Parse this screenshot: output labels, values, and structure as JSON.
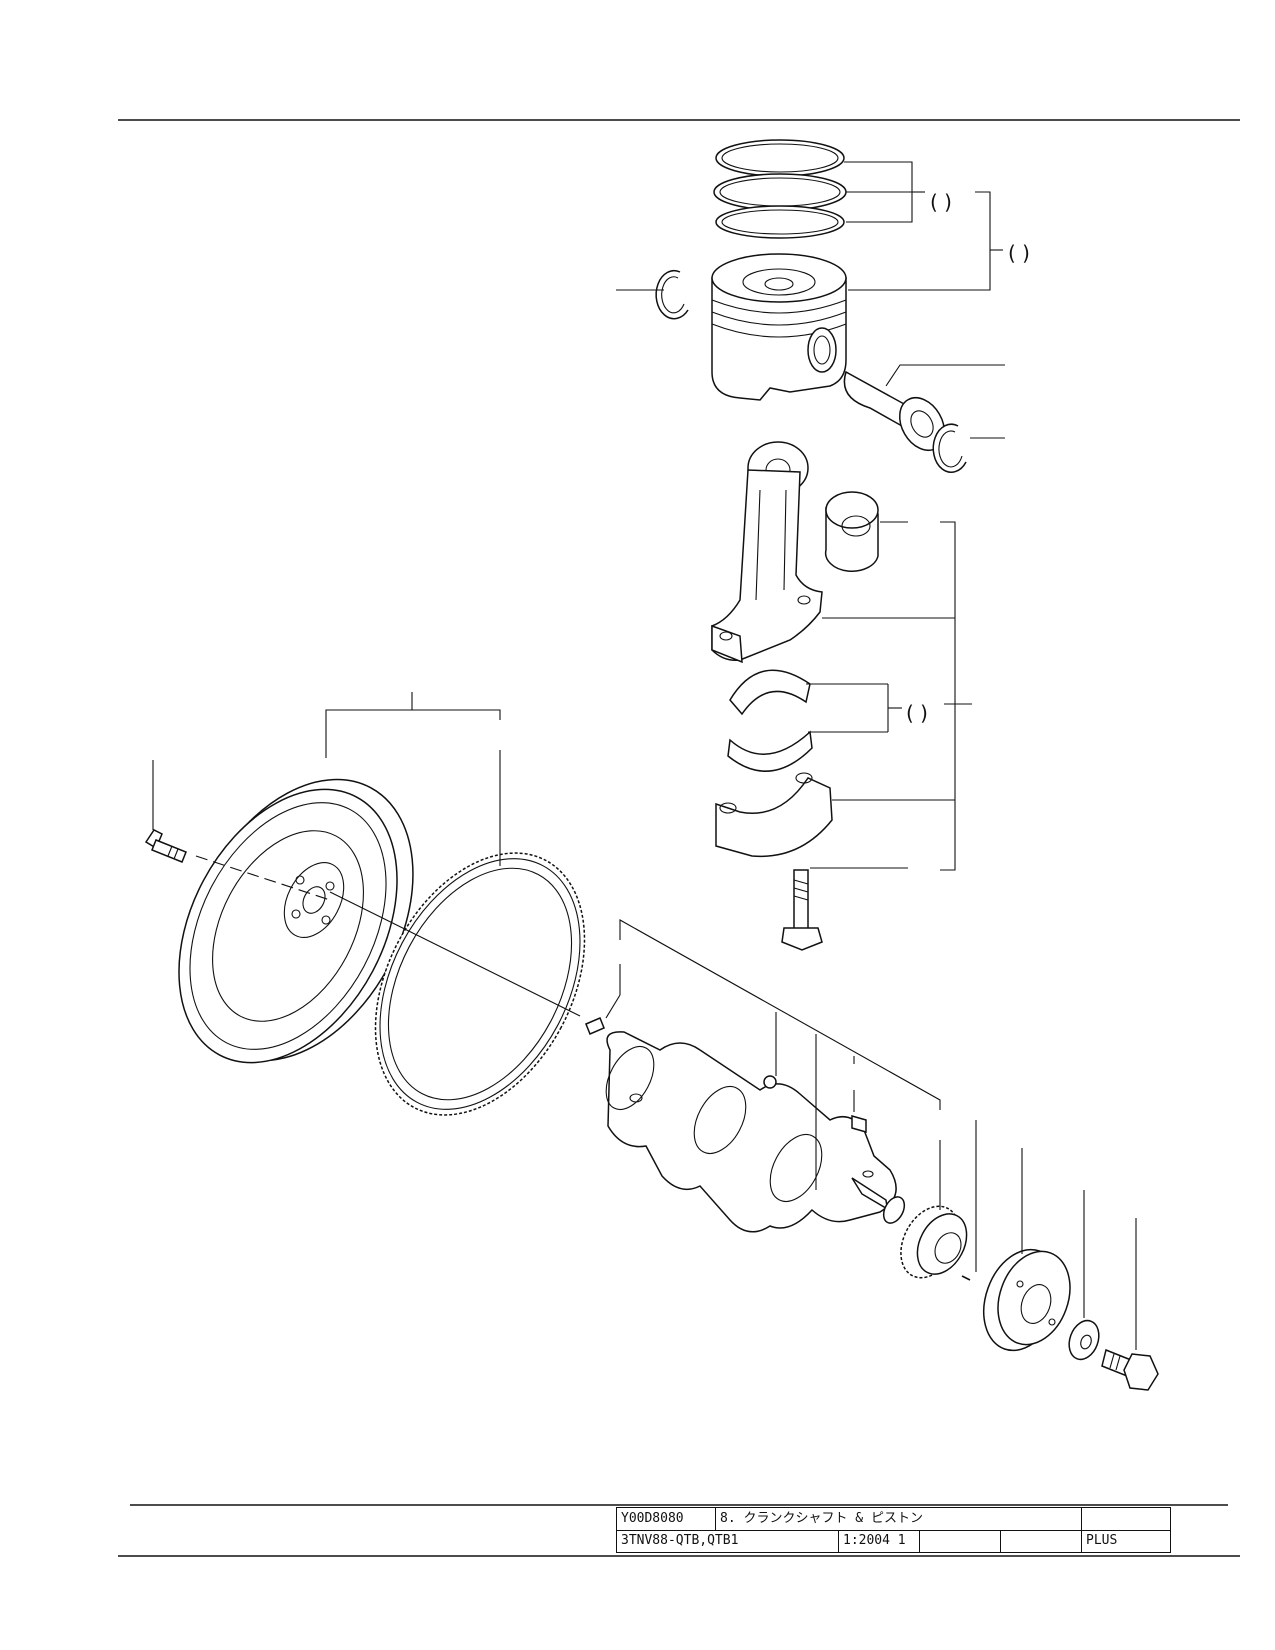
{
  "labels": {
    "ring_set": "( )",
    "piston_assy": "( )",
    "bearing_set": "( )"
  },
  "title_block": {
    "catalog_no": "Y00D8080",
    "section_title": "8. クランクシャフト & ピストン",
    "model": "3TNV88-QTB,QTB1",
    "date": "1:2004 1",
    "cell_a": "",
    "cell_b": "",
    "edition": "PLUS"
  }
}
